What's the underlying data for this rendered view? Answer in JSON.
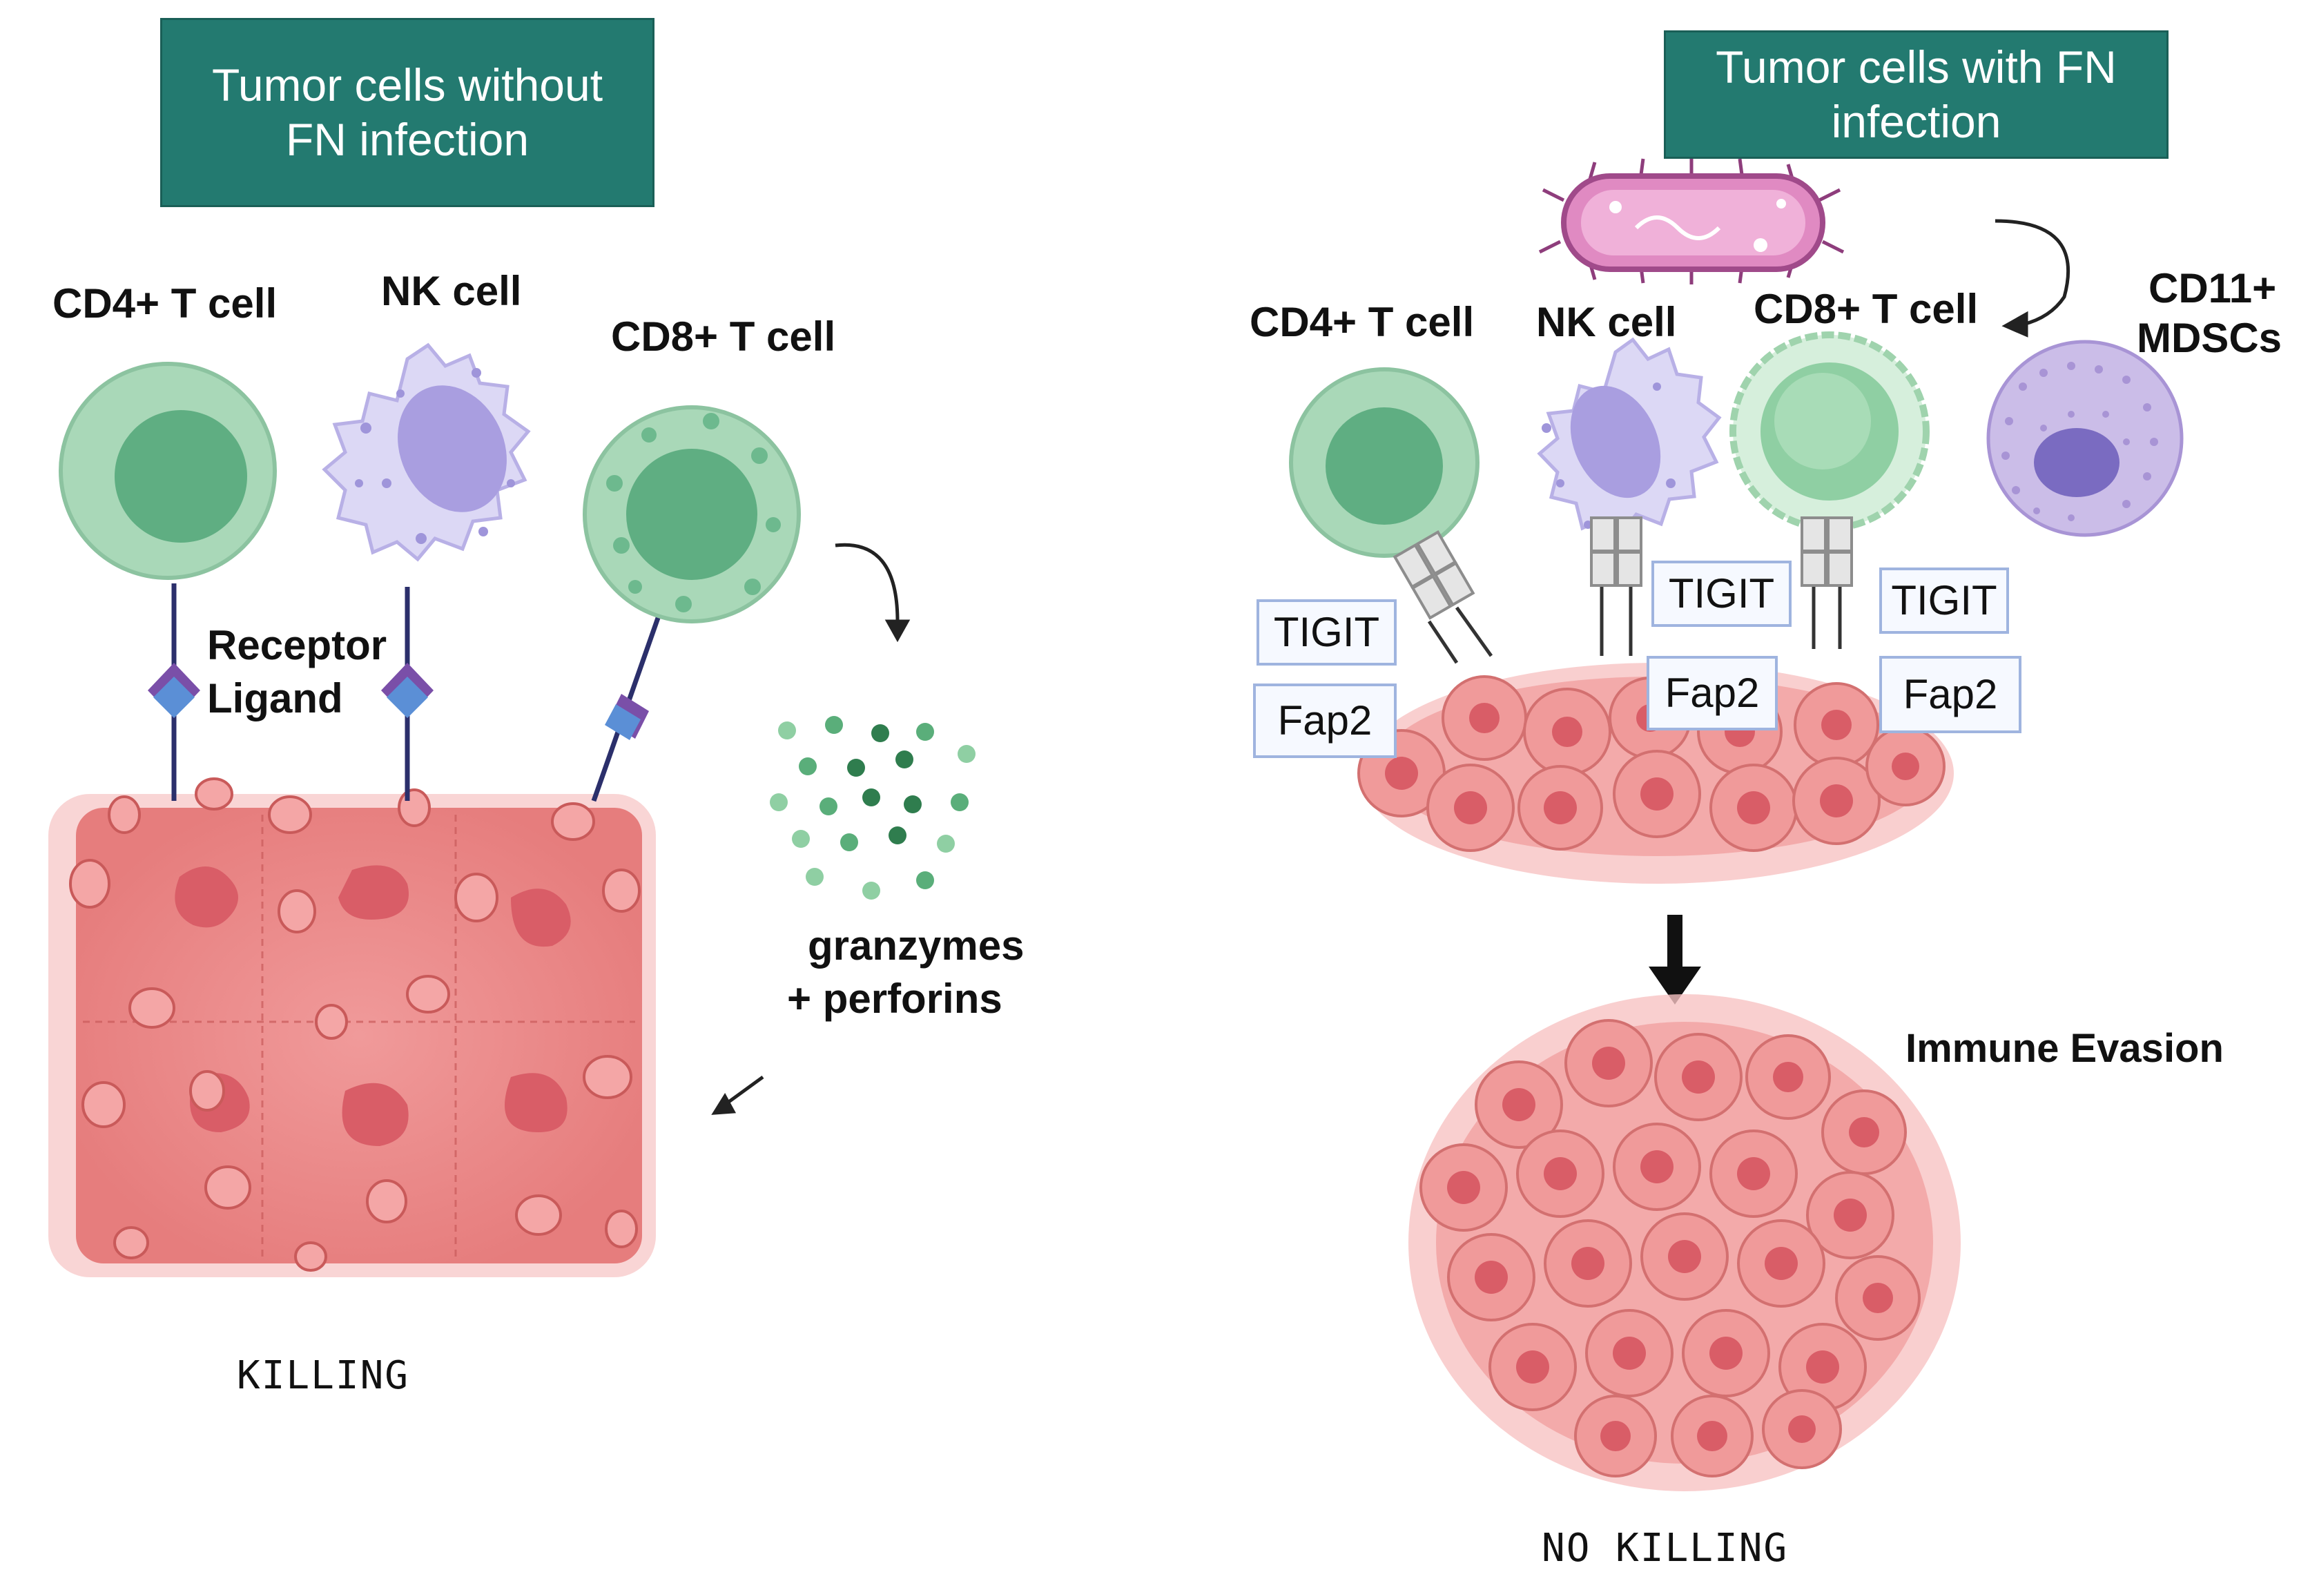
{
  "left_panel": {
    "title_line1": "Tumor cells without",
    "title_line2": "FN infection",
    "cd4_label": "CD4+ T cell",
    "nk_label": "NK cell",
    "cd8_label": "CD8+ T cell",
    "receptor_label": "Receptor",
    "ligand_label": "Ligand",
    "granzymes_label": "granzymes",
    "perforins_label": "+ perforins",
    "outcome": "KILLING"
  },
  "right_panel": {
    "title_line1": "Tumor cells with FN",
    "title_line2": "infection",
    "cd4_label": "CD4+ T cell",
    "nk_label": "NK cell",
    "cd8_label": "CD8+ T cell",
    "mdsc_line1": "CD11+",
    "mdsc_line2": "MDSCs",
    "receptor_labels": [
      "TIGIT",
      "TIGIT",
      "TIGIT"
    ],
    "ligand_labels": [
      "Fap2",
      "Fap2",
      "Fap2"
    ],
    "evasion_label": "Immune Evasion",
    "outcome": "NO KILLING"
  },
  "colors": {
    "title_bg": "#237a70",
    "t_cell_green": "#a9d8b8",
    "nk_purple": "#c9c3ec",
    "tumor_pink": "#ee8c8c",
    "bacterium": "#c75fa6",
    "box_border": "#9fb4df"
  }
}
